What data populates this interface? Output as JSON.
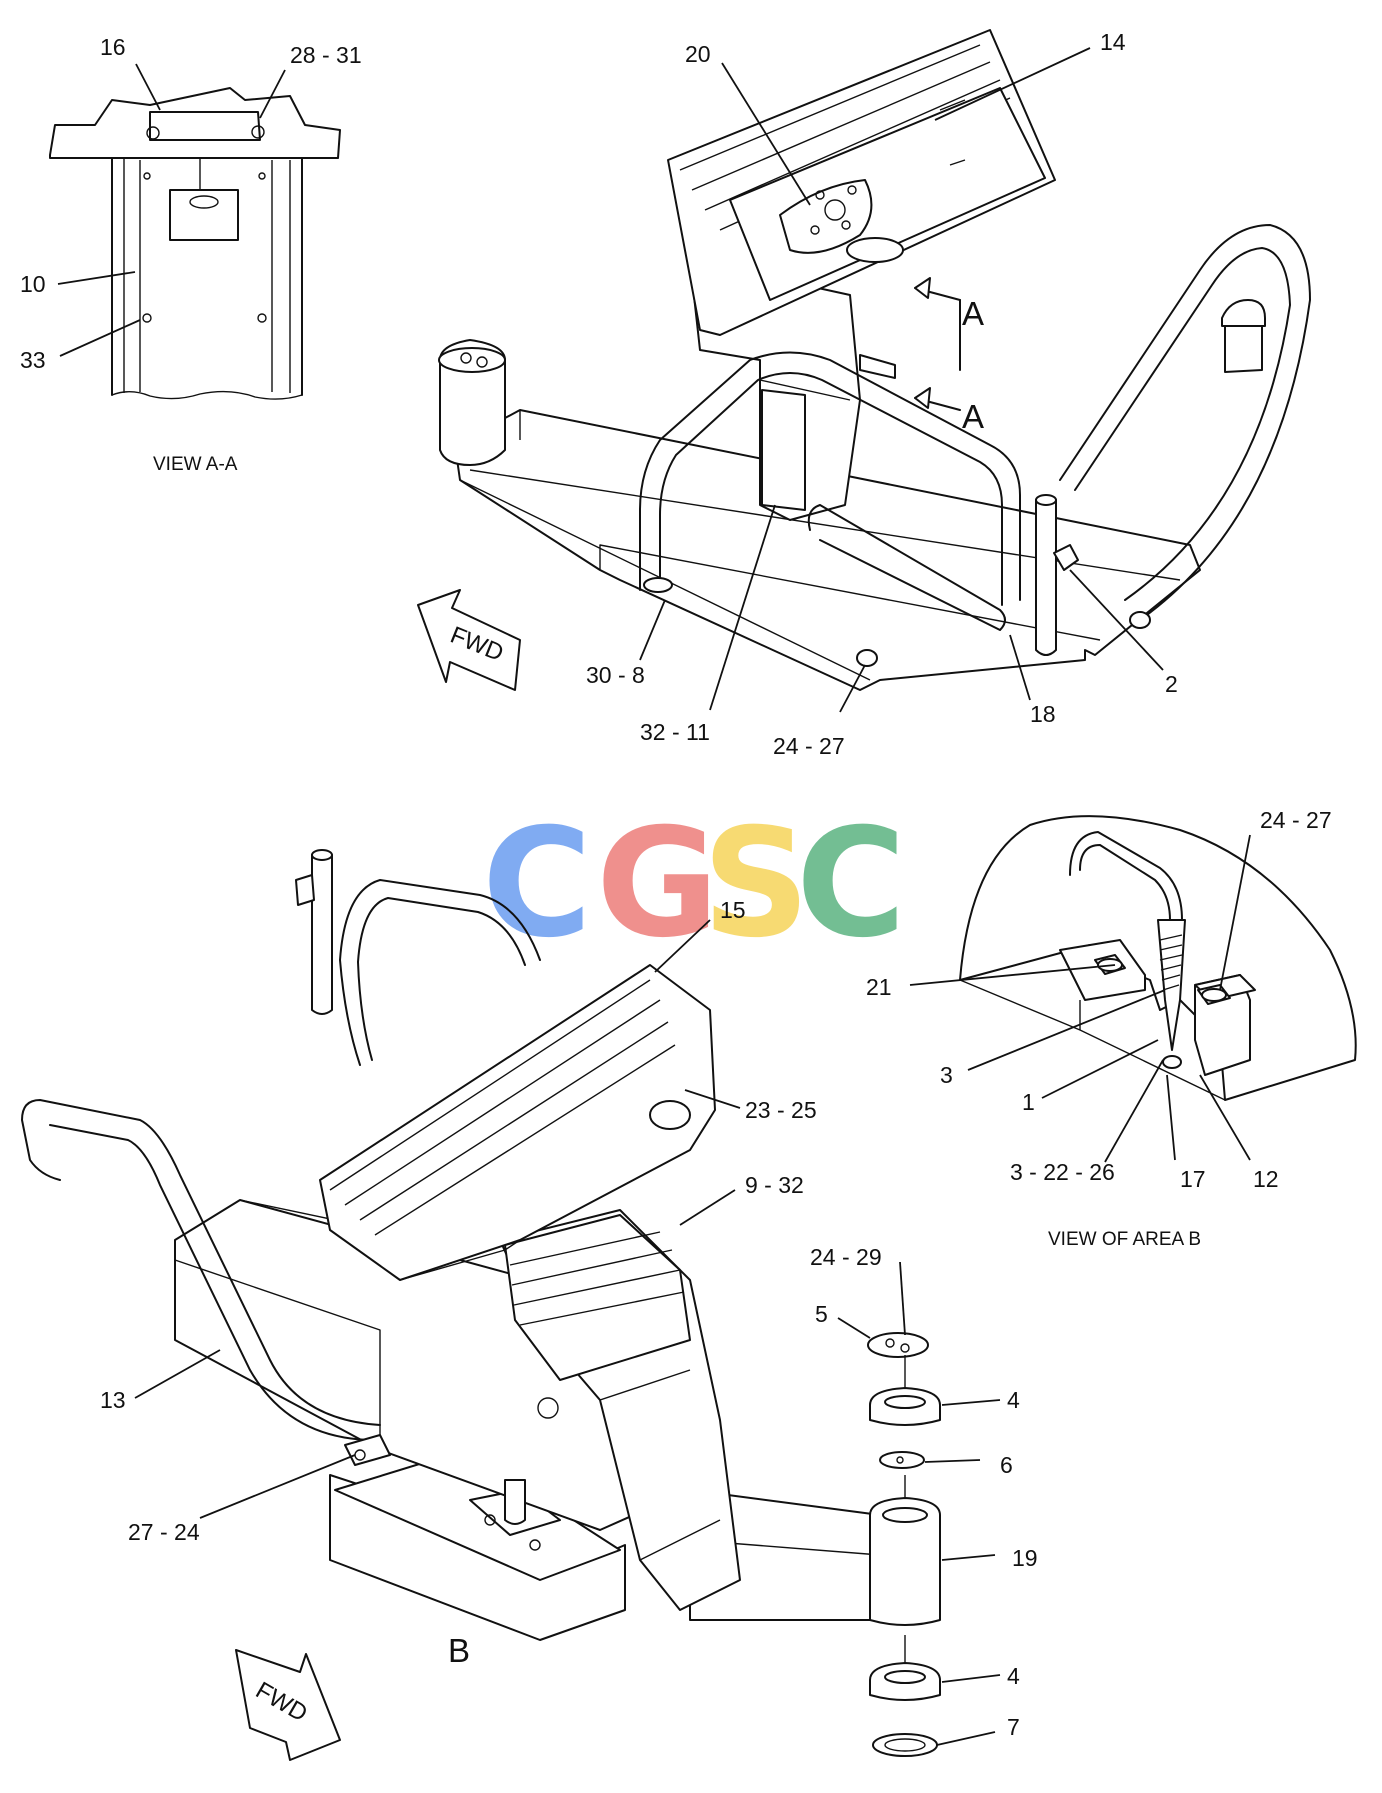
{
  "watermark": {
    "letters": [
      "C",
      "G",
      "S",
      "C"
    ],
    "colors": [
      "#7aa7f2",
      "#ef8b87",
      "#f7d96b",
      "#6cbb8e"
    ]
  },
  "views": {
    "view_aa": {
      "caption": "VIEW A-A"
    },
    "area_b": {
      "caption": "VIEW OF AREA  B"
    },
    "section_letter": "A",
    "area_letter": "B"
  },
  "arrows": {
    "fwd_label": "FWD"
  },
  "callouts": {
    "c16": "16",
    "c28_31": "28 - 31",
    "c10": "10",
    "c33": "33",
    "c20": "20",
    "c14": "14",
    "c30_8": "30 - 8",
    "c32_11": "32 - 11",
    "c24_27_top": "24 - 27",
    "c18": "18",
    "c2": "2",
    "c15": "15",
    "c23_25": "23 - 25",
    "c9_32": "9 - 32",
    "c13": "13",
    "c27_24": "27 - 24",
    "c24_29": "24 - 29",
    "c5": "5",
    "c4a": "4",
    "c6": "6",
    "c19": "19",
    "c4b": "4",
    "c7": "7",
    "c24_27_b": "24 - 27",
    "c21": "21",
    "c3": "3",
    "c1": "1",
    "c3_22_26": "3 - 22 - 26",
    "c17": "17",
    "c12": "12"
  },
  "icons": [
    "fwd-arrow-icon",
    "section-arrow-icon"
  ]
}
